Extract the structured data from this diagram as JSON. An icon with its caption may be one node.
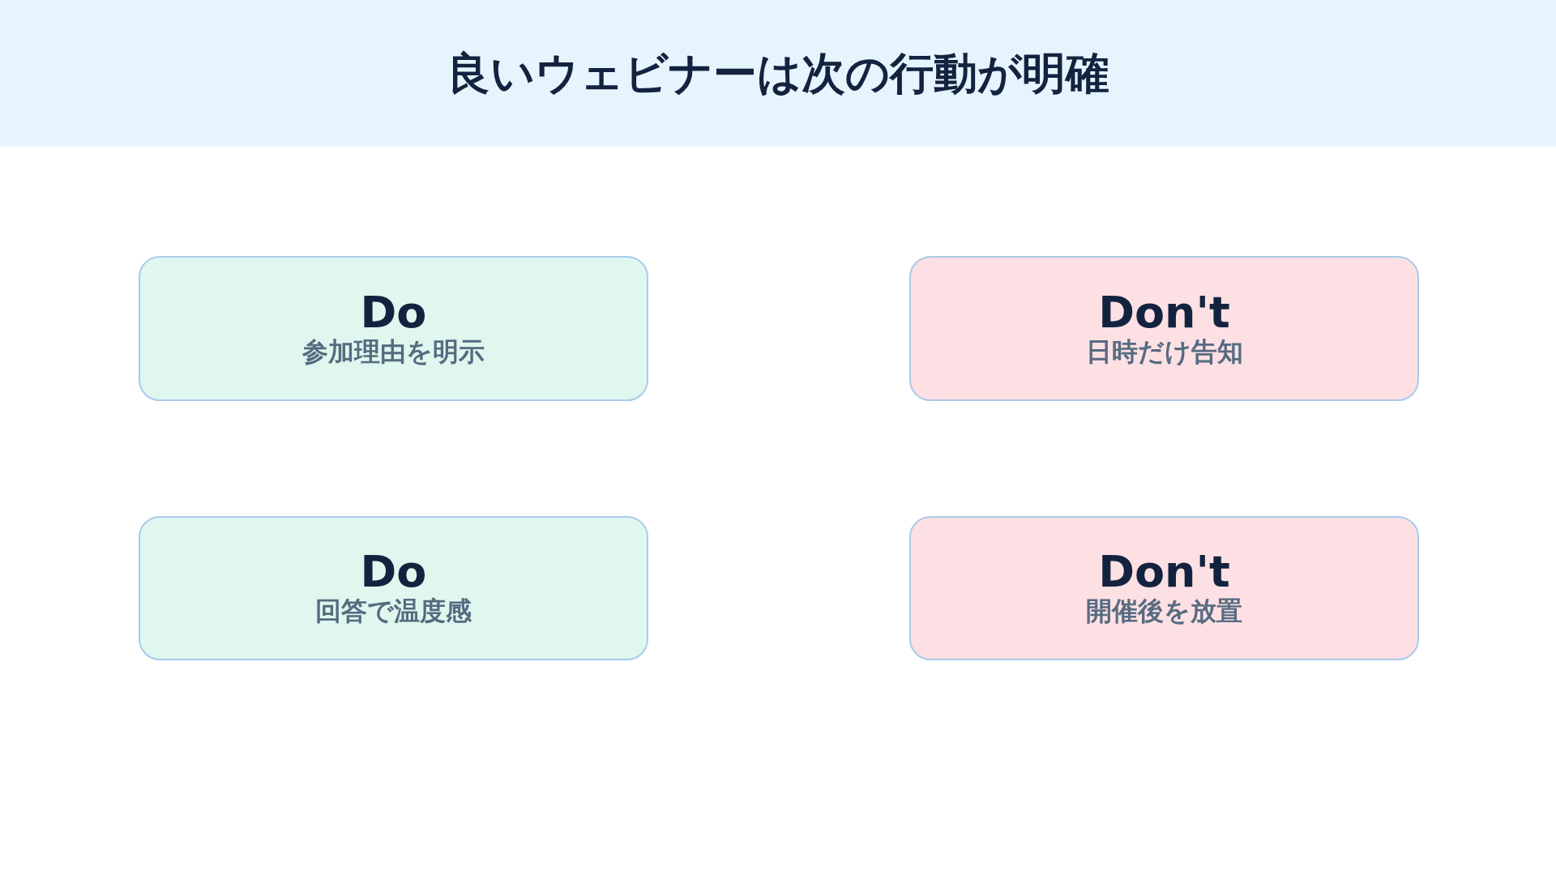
{
  "diagram": {
    "title": "良いウェビナーは次の行動が明確",
    "nodes": [
      {
        "text": [
          "Do",
          "参加理由を明示"
        ]
      },
      {
        "text": [
          "Don't",
          "日時だけ告知"
        ]
      },
      {
        "text": [
          "Do",
          "回答で温度感"
        ]
      },
      {
        "text": [
          "Don't",
          "開催後を放置"
        ]
      }
    ]
  }
}
